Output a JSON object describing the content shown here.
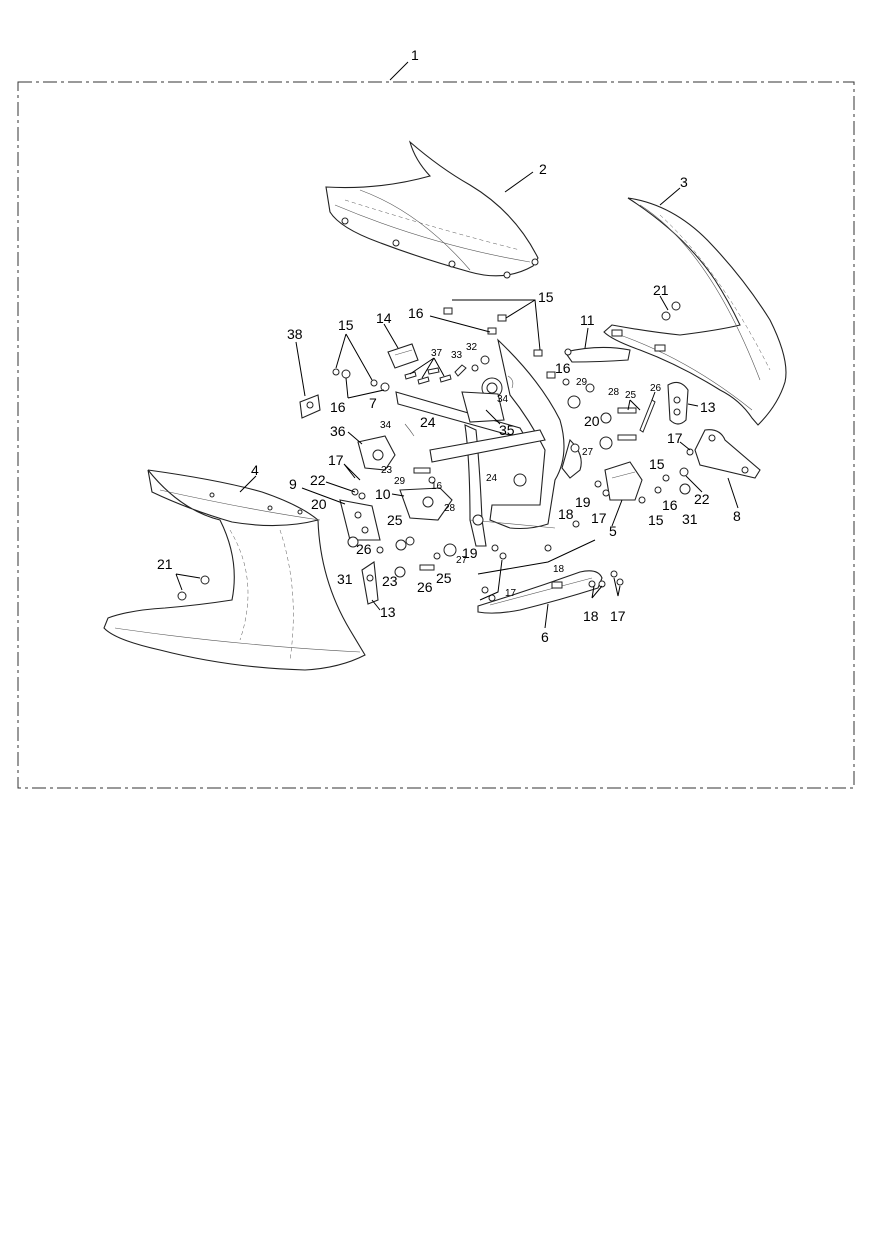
{
  "callouts": [
    {
      "text": "1"
    },
    {
      "text": "2"
    },
    {
      "text": "3"
    },
    {
      "text": "21"
    },
    {
      "text": "15"
    },
    {
      "text": "16"
    },
    {
      "text": "14"
    },
    {
      "text": "15"
    },
    {
      "text": "38"
    },
    {
      "text": "11"
    },
    {
      "text": "37"
    },
    {
      "text": "33"
    },
    {
      "text": "32"
    },
    {
      "text": "16"
    },
    {
      "text": "29"
    },
    {
      "text": "28"
    },
    {
      "text": "26"
    },
    {
      "text": "25"
    },
    {
      "text": "34"
    },
    {
      "text": "16"
    },
    {
      "text": "7"
    },
    {
      "text": "13"
    },
    {
      "text": "20"
    },
    {
      "text": "34"
    },
    {
      "text": "24"
    },
    {
      "text": "35"
    },
    {
      "text": "36"
    },
    {
      "text": "27"
    },
    {
      "text": "17"
    },
    {
      "text": "23"
    },
    {
      "text": "17"
    },
    {
      "text": "15"
    },
    {
      "text": "4"
    },
    {
      "text": "22"
    },
    {
      "text": "29"
    },
    {
      "text": "9"
    },
    {
      "text": "24"
    },
    {
      "text": "16"
    },
    {
      "text": "10"
    },
    {
      "text": "20"
    },
    {
      "text": "28"
    },
    {
      "text": "19"
    },
    {
      "text": "17"
    },
    {
      "text": "5"
    },
    {
      "text": "22"
    },
    {
      "text": "16"
    },
    {
      "text": "15"
    },
    {
      "text": "31"
    },
    {
      "text": "8"
    },
    {
      "text": "25"
    },
    {
      "text": "26"
    },
    {
      "text": "27"
    },
    {
      "text": "18"
    },
    {
      "text": "19"
    },
    {
      "text": "31"
    },
    {
      "text": "23"
    },
    {
      "text": "26"
    },
    {
      "text": "25"
    },
    {
      "text": "21"
    },
    {
      "text": "18"
    },
    {
      "text": "17"
    },
    {
      "text": "13"
    },
    {
      "text": "18"
    },
    {
      "text": "17"
    },
    {
      "text": "6"
    }
  ]
}
